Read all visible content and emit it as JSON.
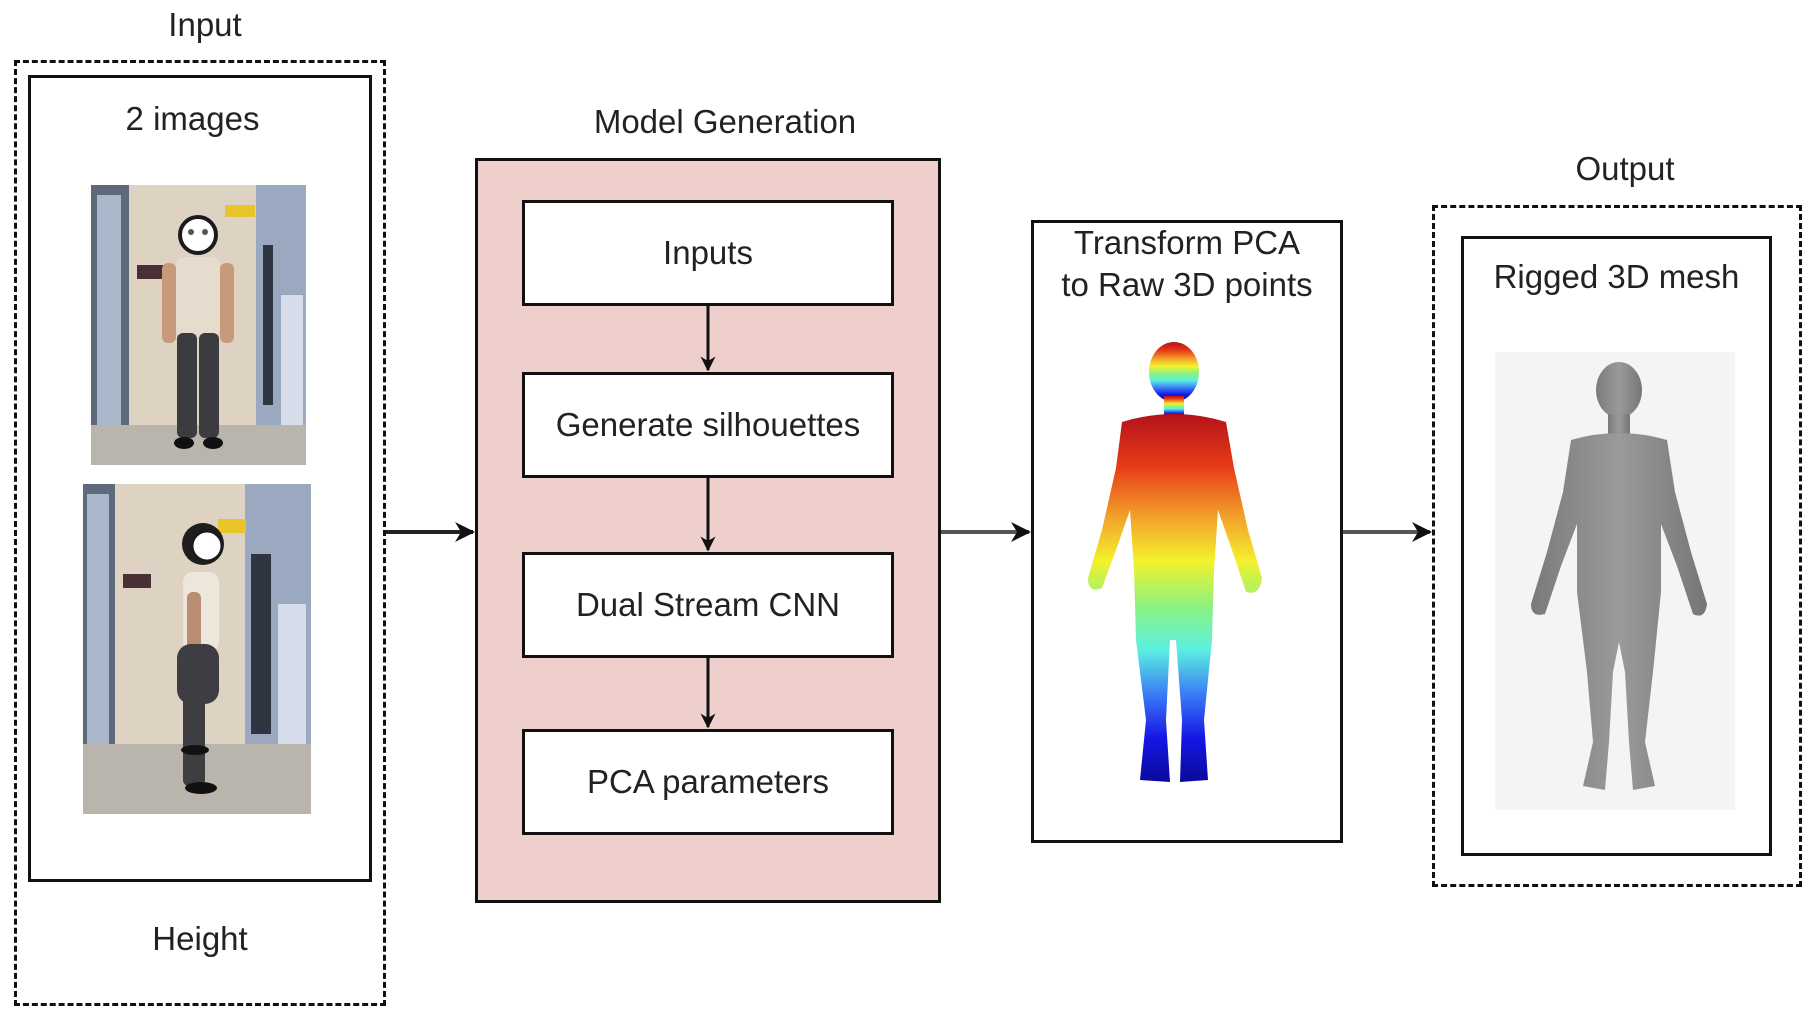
{
  "diagram": {
    "input": {
      "title": "Input",
      "images_label": "2 images",
      "images": [
        {
          "name": "front-view-photo",
          "view": "front"
        },
        {
          "name": "side-view-photo",
          "view": "side"
        }
      ],
      "height_label": "Height"
    },
    "model_generation": {
      "title": "Model Generation",
      "steps": [
        {
          "label": "Inputs"
        },
        {
          "label": "Generate silhouettes"
        },
        {
          "label": "Dual Stream CNN"
        },
        {
          "label": "PCA parameters"
        }
      ],
      "fill_color": "#eecfcc"
    },
    "transform": {
      "label_line1": "Transform PCA",
      "label_line2": "to Raw 3D points",
      "visual": "point-cloud-human-colored-by-height"
    },
    "output": {
      "title": "Output",
      "label": "Rigged 3D mesh",
      "visual": "grey-3d-human-mesh"
    },
    "edges": [
      {
        "from": "input",
        "to": "model_generation"
      },
      {
        "from": "Inputs",
        "to": "Generate silhouettes"
      },
      {
        "from": "Generate silhouettes",
        "to": "Dual Stream CNN"
      },
      {
        "from": "Dual Stream CNN",
        "to": "PCA parameters"
      },
      {
        "from": "model_generation",
        "to": "transform"
      },
      {
        "from": "transform",
        "to": "output"
      }
    ]
  }
}
